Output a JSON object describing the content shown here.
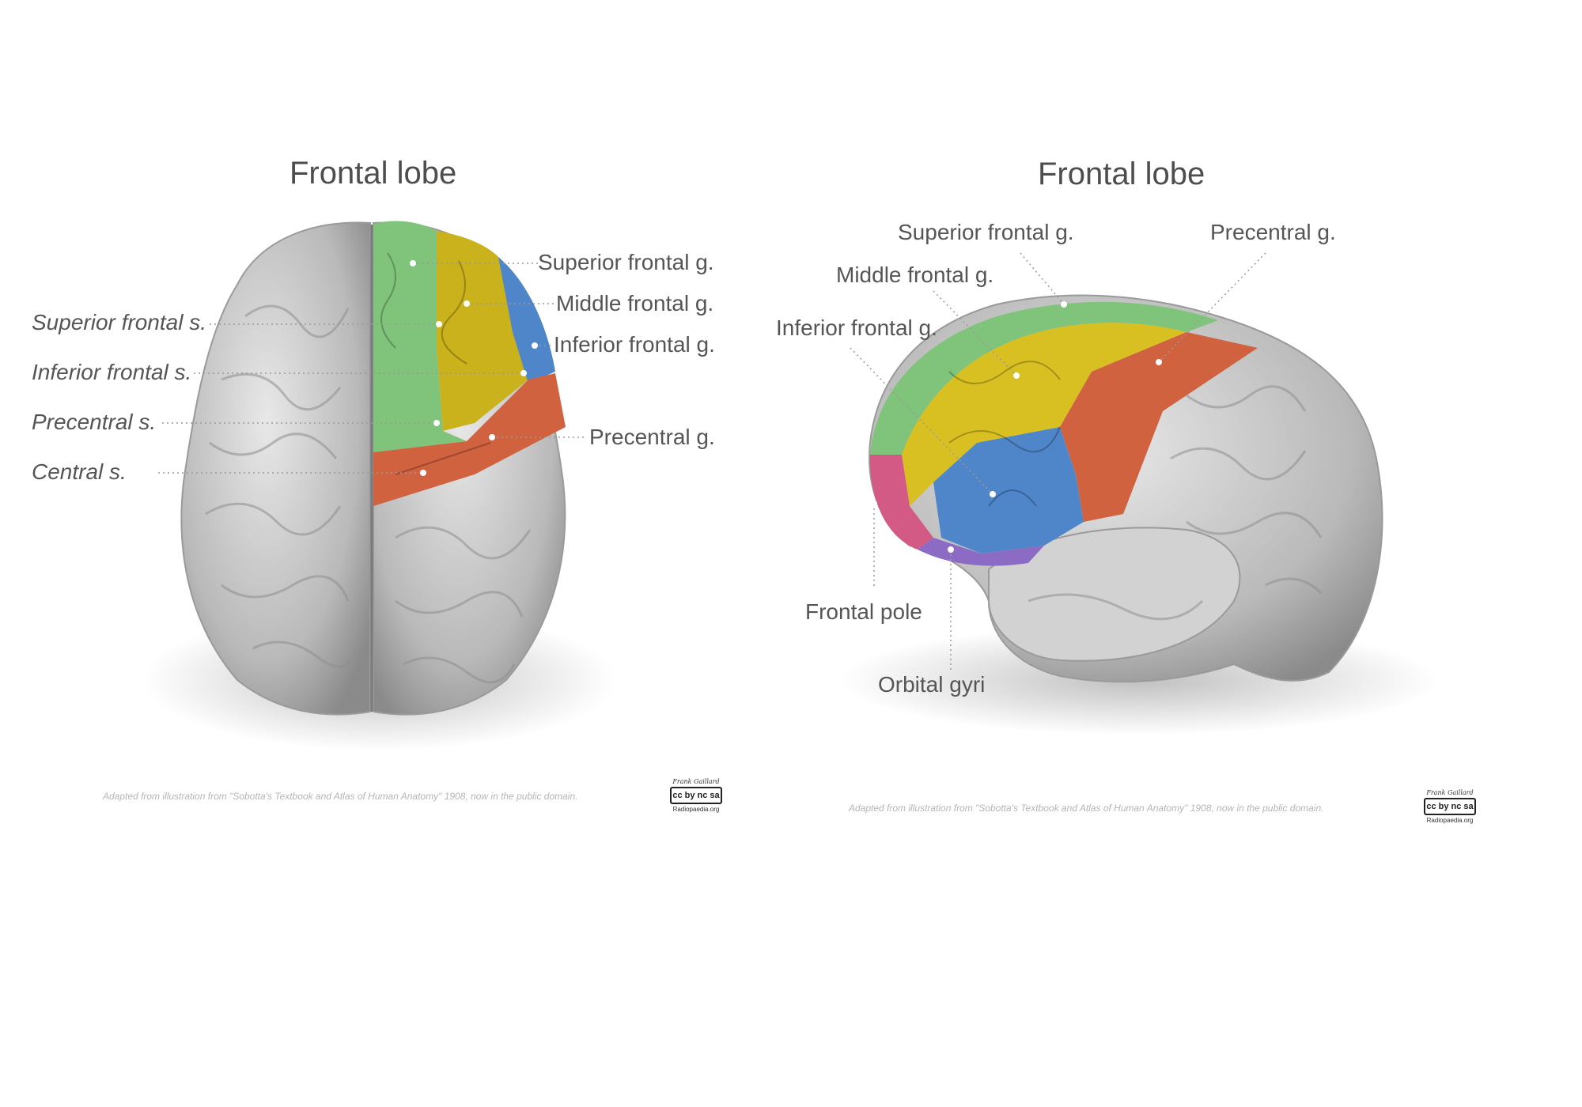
{
  "left_panel": {
    "title": "Frontal lobe",
    "labels": {
      "superior_frontal_g": "Superior frontal g.",
      "middle_frontal_g": "Middle frontal g.",
      "inferior_frontal_g": "Inferior frontal g.",
      "precentral_g": "Precentral g.",
      "superior_frontal_s": "Superior frontal s.",
      "inferior_frontal_s": "Inferior frontal s.",
      "precentral_s": "Precentral s.",
      "central_s": "Central s."
    },
    "credit": "Adapted from illustration from \"Sobotta's Textbook and Atlas of Human Anatomy\" 1908, now in the public domain.",
    "badge": {
      "author": "Frank Gaillard",
      "cc": "cc by nc sa",
      "site": "Radiopaedia.org"
    }
  },
  "right_panel": {
    "title": "Frontal lobe",
    "labels": {
      "superior_frontal_g": "Superior frontal g.",
      "precentral_g": "Precentral g.",
      "middle_frontal_g": "Middle frontal g.",
      "inferior_frontal_g": "Inferior frontal g.",
      "frontal_pole": "Frontal pole",
      "orbital_gyri": "Orbital gyri"
    },
    "credit": "Adapted from illustration from \"Sobotta's Textbook and Atlas of Human Anatomy\" 1908, now in the public domain.",
    "badge": {
      "author": "Frank Gaillard",
      "cc": "cc by nc sa",
      "site": "Radiopaedia.org"
    }
  },
  "colors": {
    "superior_frontal_g": "#7fc47a",
    "middle_frontal_g": "#c9b21c",
    "inferior_frontal_g": "#4f86c9",
    "precentral_g": "#d0623f",
    "frontal_pole": "#d45a86",
    "orbital_gyri": "#8c6bc4",
    "brain_gray": "#c8c8c8"
  }
}
